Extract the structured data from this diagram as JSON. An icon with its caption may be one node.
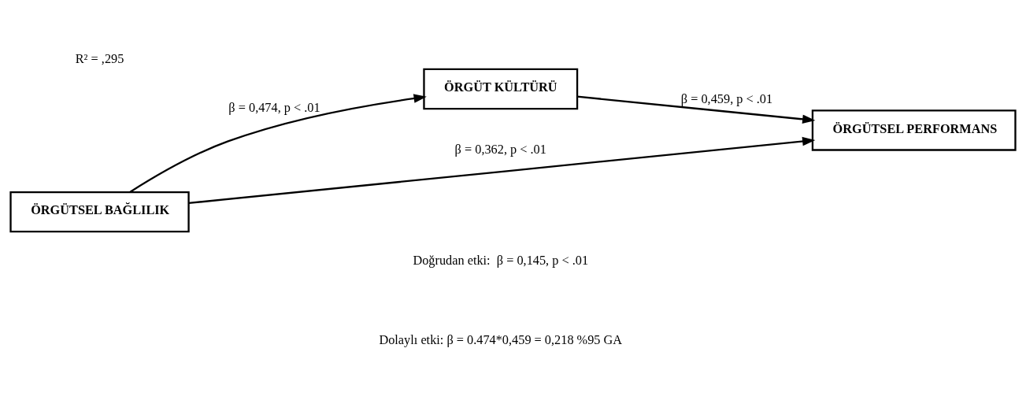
{
  "diagram": {
    "nodes": [
      {
        "text": [
          "ÖRGÜT KÜLTÜRÜ"
        ]
      },
      {
        "text": [
          "ÖRGÜTSEL BAĞLILIK"
        ]
      },
      {
        "text": [
          "ÖRGÜTSEL PERFORMANS"
        ]
      }
    ],
    "edges": [
      {
        "from": 1,
        "to": 0,
        "arrow": "to",
        "label": "β = 0,474, p < .01"
      },
      {
        "from": 0,
        "to": 2,
        "arrow": "to",
        "label": "β = 0,459, p < .01"
      },
      {
        "from": 1,
        "to": 2,
        "arrow": "to",
        "label": "β = 0,362, p < .01"
      }
    ],
    "labels": [
      "R² = ,295",
      "Doğrudan etki:  β = 0,145, p < .01",
      "Dolaylı etki: β = 0.474*0,459 = 0,218 %95 GA"
    ]
  }
}
